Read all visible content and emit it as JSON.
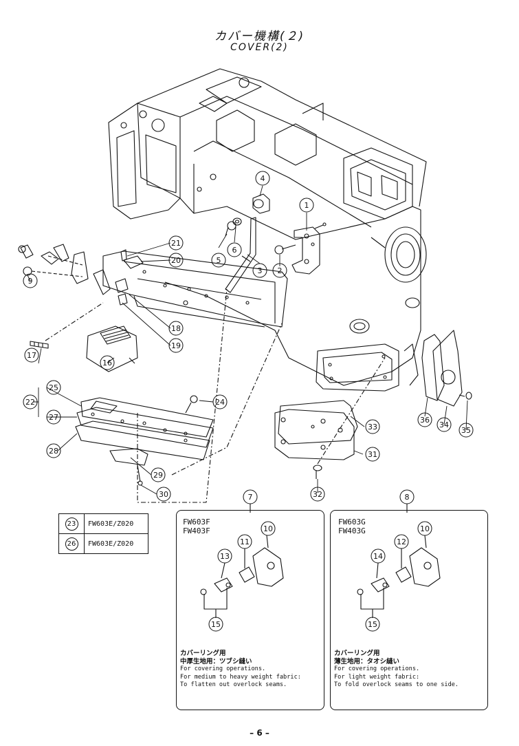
{
  "title": {
    "jp": "カバー機構(２)",
    "en": "COVER(2)"
  },
  "callouts": [
    "1",
    "2",
    "3",
    "4",
    "5",
    "6",
    "7",
    "8",
    "9",
    "10",
    "11",
    "12",
    "13",
    "14",
    "15",
    "16",
    "17",
    "18",
    "19",
    "20",
    "21",
    "22",
    "24",
    "25",
    "27",
    "28",
    "29",
    "30",
    "31",
    "32",
    "33",
    "34",
    "35",
    "36"
  ],
  "legend": [
    {
      "num": "23",
      "code": "FW603E/Z020"
    },
    {
      "num": "26",
      "code": "FW603E/Z020"
    }
  ],
  "box_left": {
    "callout": "7",
    "models": [
      "FW603F",
      "FW403F"
    ],
    "parts": [
      "10",
      "11",
      "13",
      "15"
    ],
    "note_jp": [
      "カバーリング用",
      "中厚生地用：ツブシ縫い"
    ],
    "note_en": [
      "For covering operations.",
      "For medium to heavy weight fabric:",
      "To flatten out overlock seams."
    ]
  },
  "box_right": {
    "callout": "8",
    "models": [
      "FW603G",
      "FW403G"
    ],
    "parts": [
      "10",
      "12",
      "14",
      "15"
    ],
    "note_jp": [
      "カバーリング用",
      "薄生地用：タオシ縫い"
    ],
    "note_en": [
      "For covering operations.",
      "For light weight fabric:",
      "To fold overlock seams to one side."
    ]
  },
  "page_number": "– 6 –"
}
